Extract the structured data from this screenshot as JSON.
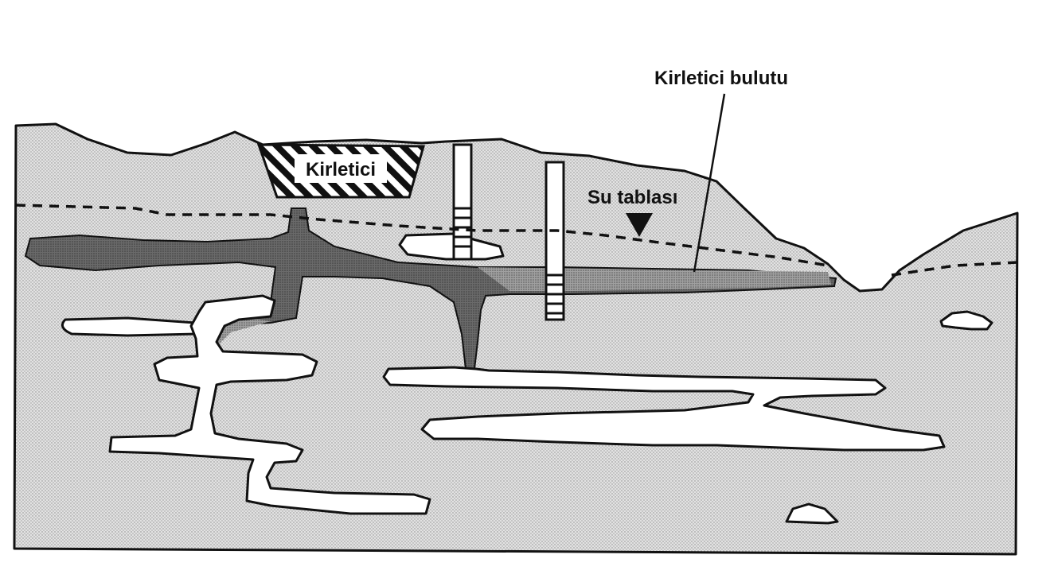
{
  "labels": {
    "contaminant": "Kirletici",
    "contaminant_plume": "Kirletici bulutu",
    "water_table": "Su tablası"
  },
  "colors": {
    "ground": "#d8d8d8",
    "plume": "#6e6e6e",
    "outline": "#111111",
    "void": "#ffffff"
  }
}
